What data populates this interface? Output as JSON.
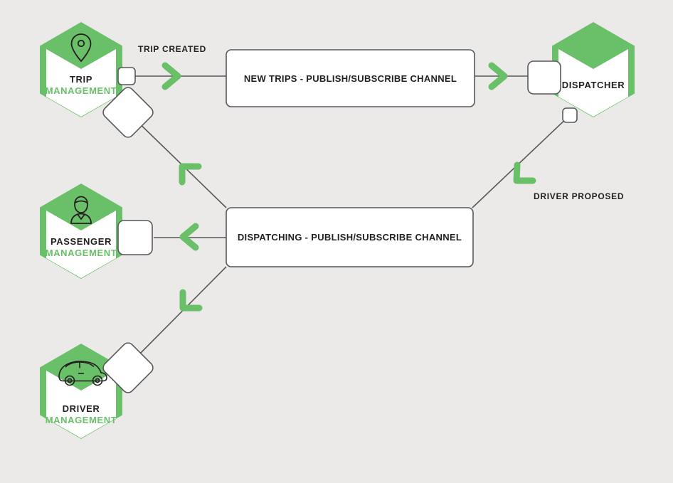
{
  "diagram": {
    "title": "Ride hailing publish/subscribe messaging diagram",
    "background_color": "#ebeae8",
    "accent_green": "#6abf69",
    "line_color": "#58585a",
    "text_color": "#231f20"
  },
  "nodes": [
    {
      "id": "trip-management",
      "title": "TRIP",
      "subtitle": "MANAGEMENT",
      "icon": "location-pin-icon"
    },
    {
      "id": "passenger-management",
      "title": "PASSENGER",
      "subtitle": "MANAGEMENT",
      "icon": "person-icon"
    },
    {
      "id": "driver-management",
      "title": "DRIVER",
      "subtitle": "MANAGEMENT",
      "icon": "car-icon"
    },
    {
      "id": "dispatcher",
      "title": "DISPATCHER",
      "subtitle": "",
      "icon": "none"
    }
  ],
  "channels": [
    {
      "id": "new-trips-channel",
      "label": "NEW TRIPS - PUBLISH/SUBSCRIBE CHANNEL"
    },
    {
      "id": "dispatching-channel",
      "label": "DISPATCHING - PUBLISH/SUBSCRIBE CHANNEL"
    }
  ],
  "edge_labels": [
    {
      "id": "trip-created",
      "label": "TRIP CREATED"
    },
    {
      "id": "driver-proposed",
      "label": "DRIVER PROPOSED"
    }
  ]
}
